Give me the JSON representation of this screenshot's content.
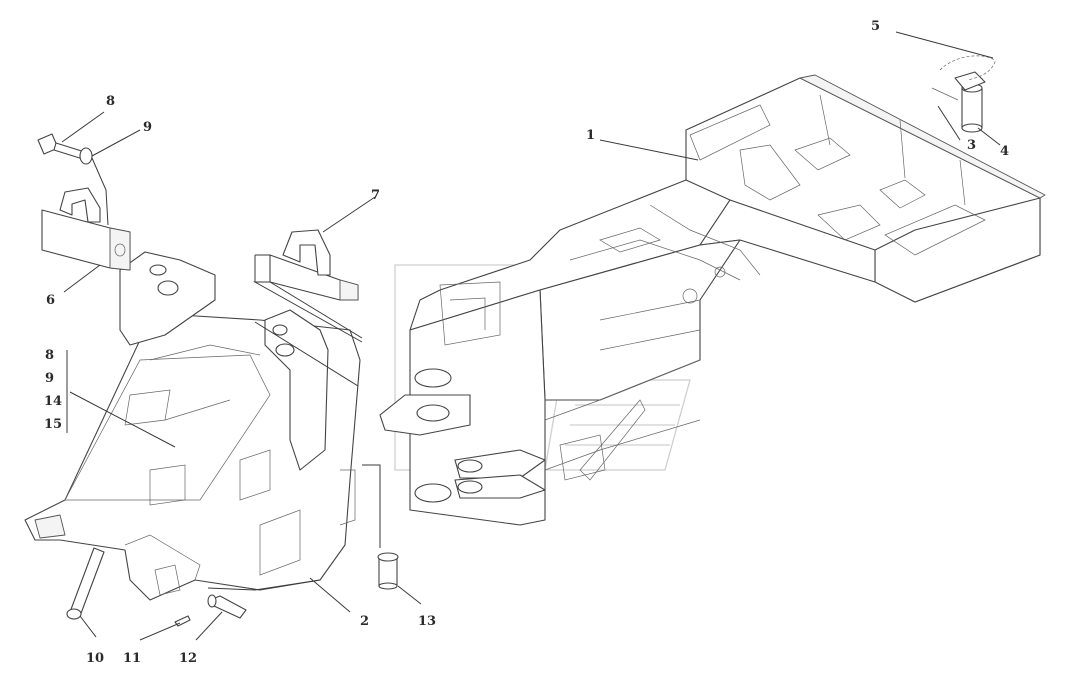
{
  "diagram": {
    "labels": [
      {
        "id": "l1",
        "text": "1"
      },
      {
        "id": "l2",
        "text": "2"
      },
      {
        "id": "l3",
        "text": "3"
      },
      {
        "id": "l4",
        "text": "4"
      },
      {
        "id": "l5",
        "text": "5"
      },
      {
        "id": "l6",
        "text": "6"
      },
      {
        "id": "l7",
        "text": "7"
      },
      {
        "id": "l8a",
        "text": "8"
      },
      {
        "id": "l9a",
        "text": "9"
      },
      {
        "id": "l8b",
        "text": "8"
      },
      {
        "id": "l9b",
        "text": "9"
      },
      {
        "id": "l14",
        "text": "14"
      },
      {
        "id": "l15",
        "text": "15"
      },
      {
        "id": "l10",
        "text": "10"
      },
      {
        "id": "l11",
        "text": "11"
      },
      {
        "id": "l12",
        "text": "12"
      },
      {
        "id": "l13",
        "text": "13"
      }
    ]
  }
}
